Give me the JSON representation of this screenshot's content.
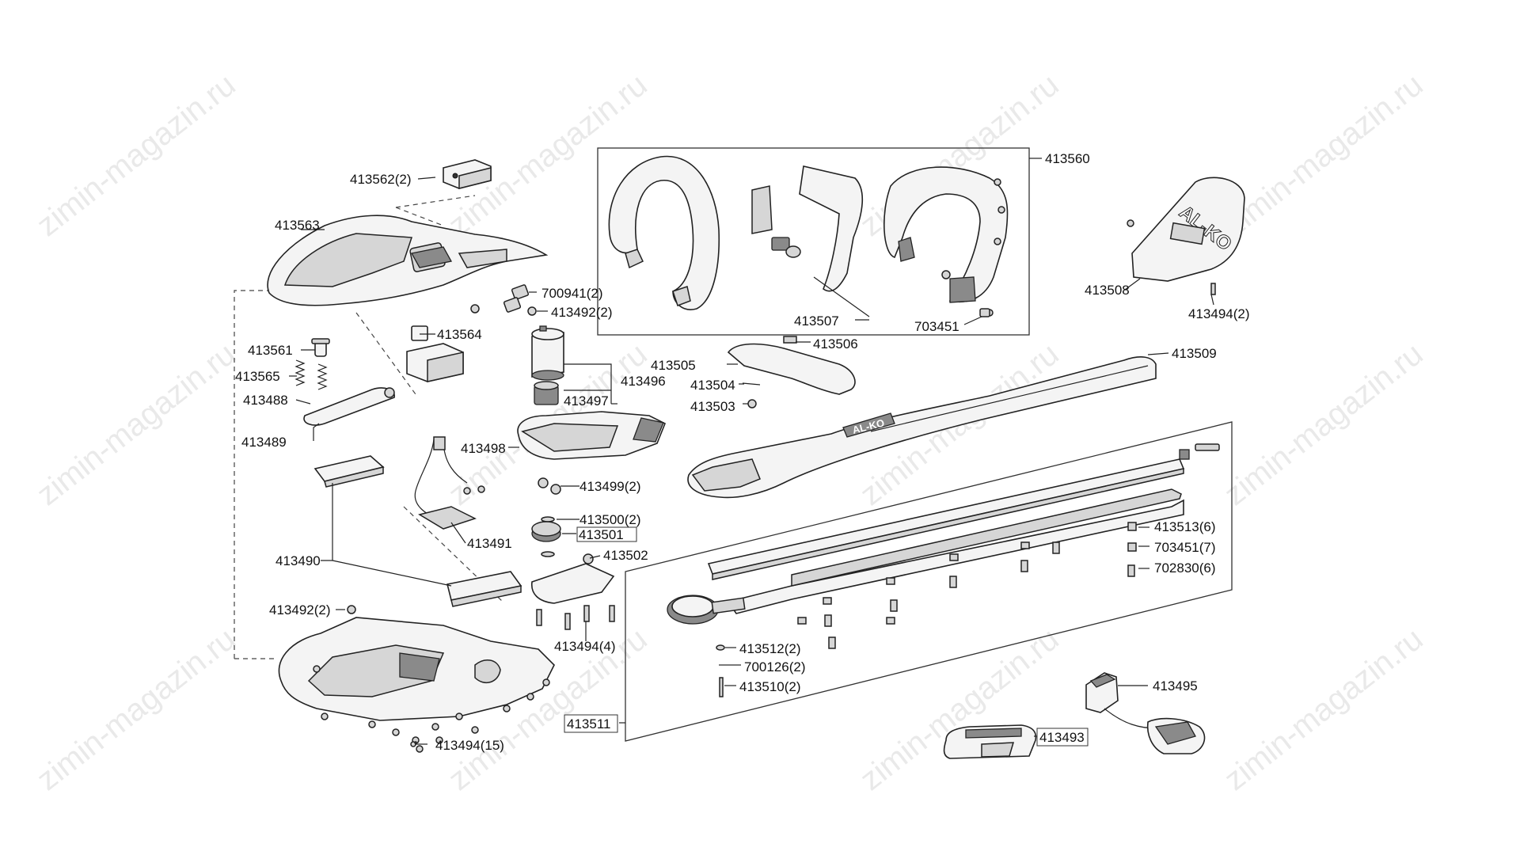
{
  "watermark": "zimin-magazin.ru",
  "parts": {
    "p413562": "413562(2)",
    "p413563": "413563",
    "p700941": "700941(2)",
    "p413492a": "413492(2)",
    "p413564": "413564",
    "p413561": "413561",
    "p413565": "413565",
    "p413488": "413488",
    "p413489": "413489",
    "p413496": "413496",
    "p413497": "413497",
    "p413498": "413498",
    "p413499": "413499(2)",
    "p413491": "413491",
    "p413490": "413490",
    "p413500": "413500(2)",
    "p413501": "413501",
    "p413502": "413502",
    "p413492b": "413492(2)",
    "p413494a": "413494(4)",
    "p413494b": "413494(15)",
    "p413560": "413560",
    "p413507": "413507",
    "p703451a": "703451",
    "p413508": "413508",
    "p413494c": "413494(2)",
    "p413506": "413506",
    "p413505": "413505",
    "p413504": "413504",
    "p413503": "413503",
    "p413509": "413509",
    "p413513": "413513(6)",
    "p703451b": "703451(7)",
    "p702830": "702830(6)",
    "p413512": "413512(2)",
    "p700126": "700126(2)",
    "p413510": "413510(2)",
    "p413511": "413511",
    "p413495": "413495",
    "p413493": "413493"
  },
  "brand_text": "AL-KO"
}
